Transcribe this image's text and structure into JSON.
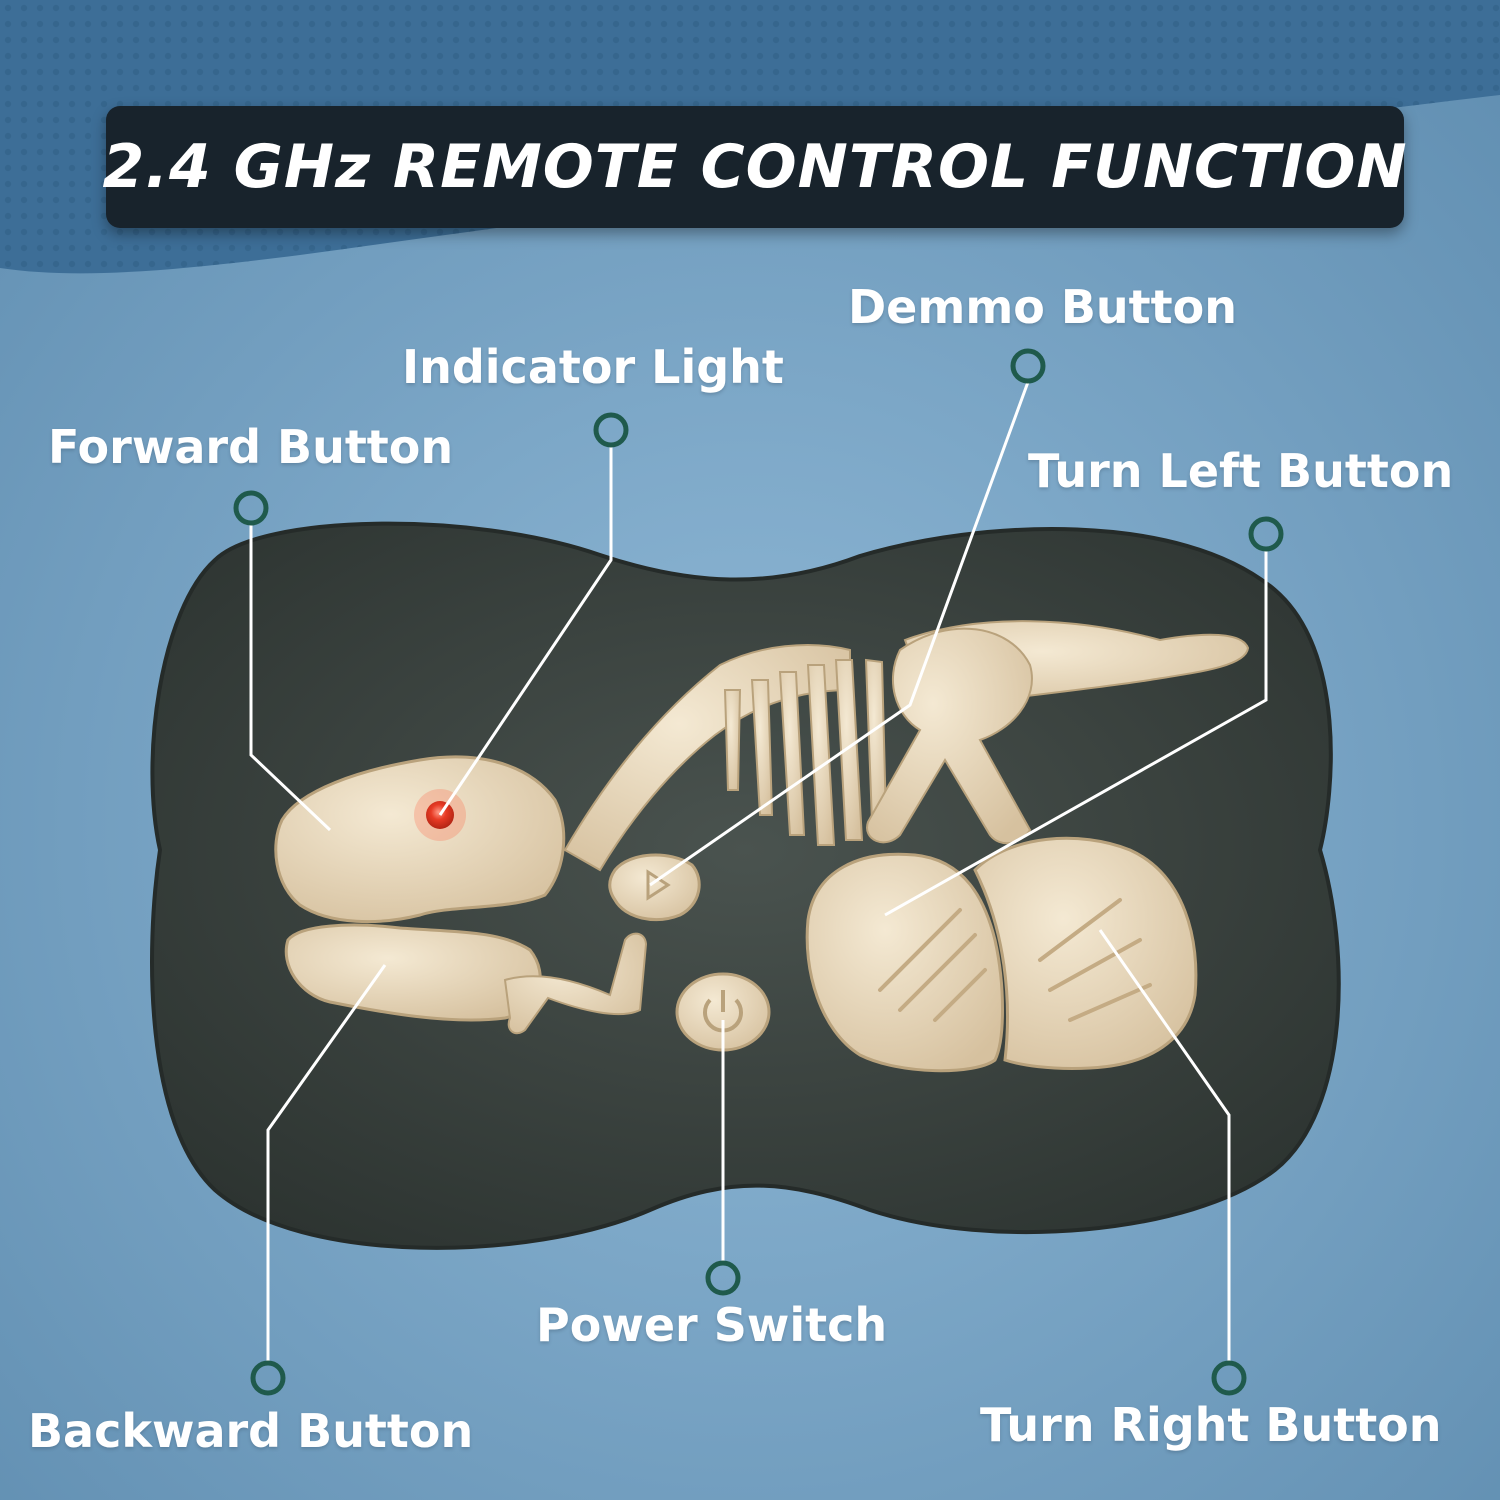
{
  "title": "2.4 GHz REMOTE CONTROL FUNCTION",
  "labels": {
    "forward": "Forward Button",
    "indicator": "Indicator Light",
    "demo": "Demmo Button",
    "turn_left": "Turn Left Button",
    "power": "Power Switch",
    "backward": "Backward Button",
    "turn_right": "Turn Right Button"
  },
  "colors": {
    "background": "#7fa9c8",
    "banner": "#18232c",
    "remote_body": "#3a423f",
    "bone": "#e8d8bd",
    "marker": "#1f5a4c",
    "indicator_led": "#e0301e"
  }
}
